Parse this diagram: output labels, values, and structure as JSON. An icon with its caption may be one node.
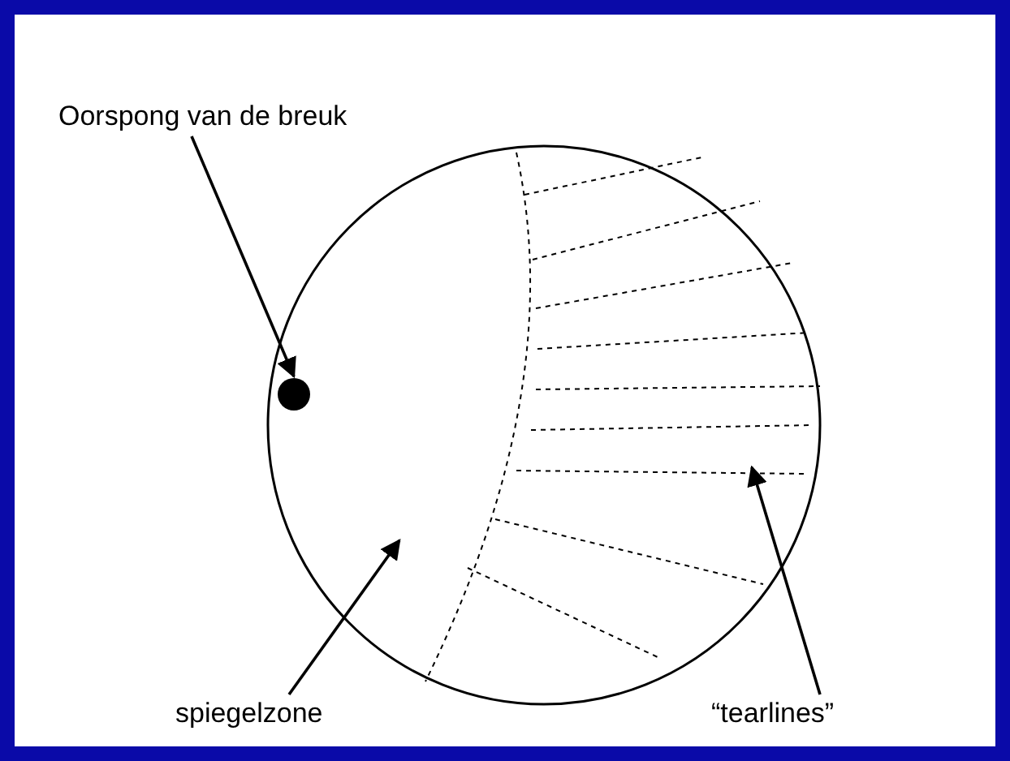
{
  "diagram": {
    "nodes": [
      {
        "text": [
          "Oorspong van de breuk"
        ]
      },
      {
        "text": [],
        "shape": "circle"
      },
      {
        "text": [
          "spiegelzone"
        ]
      },
      {
        "text": [
          "“tearlines”"
        ]
      }
    ],
    "edges": [
      {
        "from": 0,
        "to": 1,
        "arrow": "to"
      },
      {
        "from": 2,
        "to": null,
        "arrow": "to"
      },
      {
        "from": 3,
        "to": null,
        "arrow": "to"
      }
    ]
  }
}
